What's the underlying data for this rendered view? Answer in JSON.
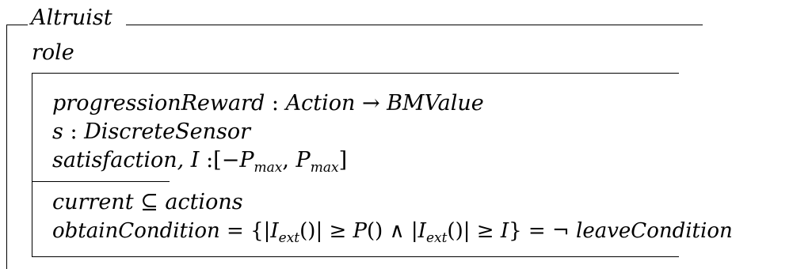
{
  "schema": {
    "title": "Altruist",
    "role_keyword": "role"
  },
  "role_box": {
    "declarations": [
      {
        "name": "progressionReward",
        "colon": ":",
        "type_from": "Action",
        "arrow": "→",
        "type_to": "BMValue"
      },
      {
        "name": "s",
        "colon": ":",
        "type": "DiscreteSensor"
      },
      {
        "name": "satisfaction, I",
        "colon": ":",
        "interval_open": "[",
        "low": "−P",
        "low_sub": "max",
        "comma": ",",
        "high": "P",
        "high_sub": "max",
        "interval_close": "]"
      }
    ],
    "predicates": {
      "line1": {
        "lhs": "current",
        "op": "⊆",
        "rhs": "actions"
      },
      "line2": {
        "lhs": "obtainCondition",
        "eq1": "=",
        "open_brace": "{",
        "abs1_open": "|",
        "i1": "I",
        "i1_sub": "ext",
        "call1": "()",
        "abs1_close": "|",
        "ge1": "≥",
        "p": "P",
        "call2": "()",
        "and": "∧",
        "abs2_open": "|",
        "i2": "I",
        "i2_sub": "ext",
        "call3": "()",
        "abs2_close": "|",
        "ge2": "≥",
        "i3": "I",
        "close_brace": "}",
        "eq2": "=",
        "not": "¬",
        "rhs": "leaveCondition"
      }
    }
  }
}
